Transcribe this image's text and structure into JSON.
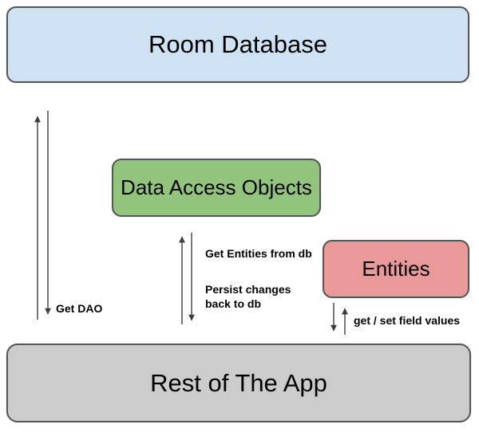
{
  "diagram": {
    "background_color": "#ffffff",
    "line_color": "#3d3d3d",
    "border_color": "#565658",
    "boxes": [
      {
        "id": "room-database",
        "label": "Room Database",
        "fill": "#cfe2f3"
      },
      {
        "id": "dao",
        "label": "Data Access Objects",
        "fill": "#93c47d"
      },
      {
        "id": "entities",
        "label": "Entities",
        "fill": "#ea9999"
      },
      {
        "id": "rest-of-app",
        "label": "Rest of The App",
        "fill": "#cccccc"
      }
    ],
    "annotations": [
      {
        "id": "get-dao",
        "text": "Get DAO"
      },
      {
        "id": "get-entities",
        "text": "Get Entities from db"
      },
      {
        "id": "persist-changes",
        "text": "Persist changes back to db"
      },
      {
        "id": "get-set-fields",
        "text": "get / set field values"
      }
    ]
  }
}
